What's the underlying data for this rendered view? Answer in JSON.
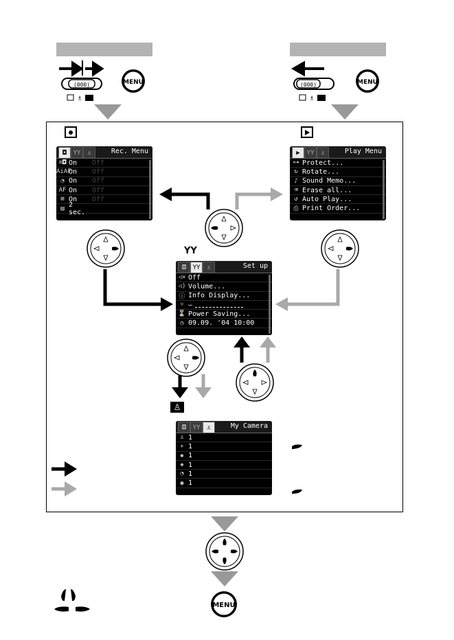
{
  "rec_menu": {
    "title": "Rec. Menu",
    "rows": [
      {
        "icon": "≡◘",
        "value": "On",
        "dim": "Off"
      },
      {
        "icon": "AiAF",
        "value": "On",
        "dim": "Off"
      },
      {
        "icon": "◔",
        "value": "On",
        "dim": "Off"
      },
      {
        "icon": "AF",
        "value": "On",
        "dim": "Off"
      },
      {
        "icon": "⊞",
        "value": "On",
        "dim": "Off"
      },
      {
        "icon": "▤",
        "value": "2 sec.",
        "dim": ""
      }
    ]
  },
  "play_menu": {
    "title": "Play Menu",
    "rows": [
      {
        "icon": "⊶",
        "label": "Protect..."
      },
      {
        "icon": "↻",
        "label": "Rotate..."
      },
      {
        "icon": "♪",
        "label": "Sound Memo..."
      },
      {
        "icon": "⌫",
        "label": "Erase all..."
      },
      {
        "icon": "↺",
        "label": "Auto Play..."
      },
      {
        "icon": "⎙",
        "label": "Print Order..."
      }
    ]
  },
  "setup_menu": {
    "title": "Set up",
    "rows": [
      {
        "icon": "◁×",
        "label": "     Off"
      },
      {
        "icon": "◁)",
        "label": "Volume..."
      },
      {
        "icon": "ⓘ",
        "label": "Info Display..."
      },
      {
        "icon": "☼",
        "label": "—"
      },
      {
        "icon": "⌛",
        "label": "Power Saving..."
      },
      {
        "icon": "◷",
        "label": "09.09. '04 10:00"
      }
    ]
  },
  "mycamera_menu": {
    "title": "My Camera",
    "rows": [
      {
        "icon": "♙",
        "label": "1"
      },
      {
        "icon": "✳",
        "label": "1"
      },
      {
        "icon": "✺",
        "label": "1"
      },
      {
        "icon": "◈",
        "label": "1"
      },
      {
        "icon": "◔",
        "label": "1"
      },
      {
        "icon": "◉",
        "label": "1"
      }
    ]
  },
  "icons": {
    "menu_button": "MENU",
    "camera_mode": "◘",
    "play_mode": "▶",
    "setup_tab": "ΥΥ",
    "mycamera_tab": "♙"
  },
  "colors": {
    "black_arrow": "#000000",
    "gray_arrow": "#a9a9a9",
    "gray_bar": "#b3b3b3"
  }
}
